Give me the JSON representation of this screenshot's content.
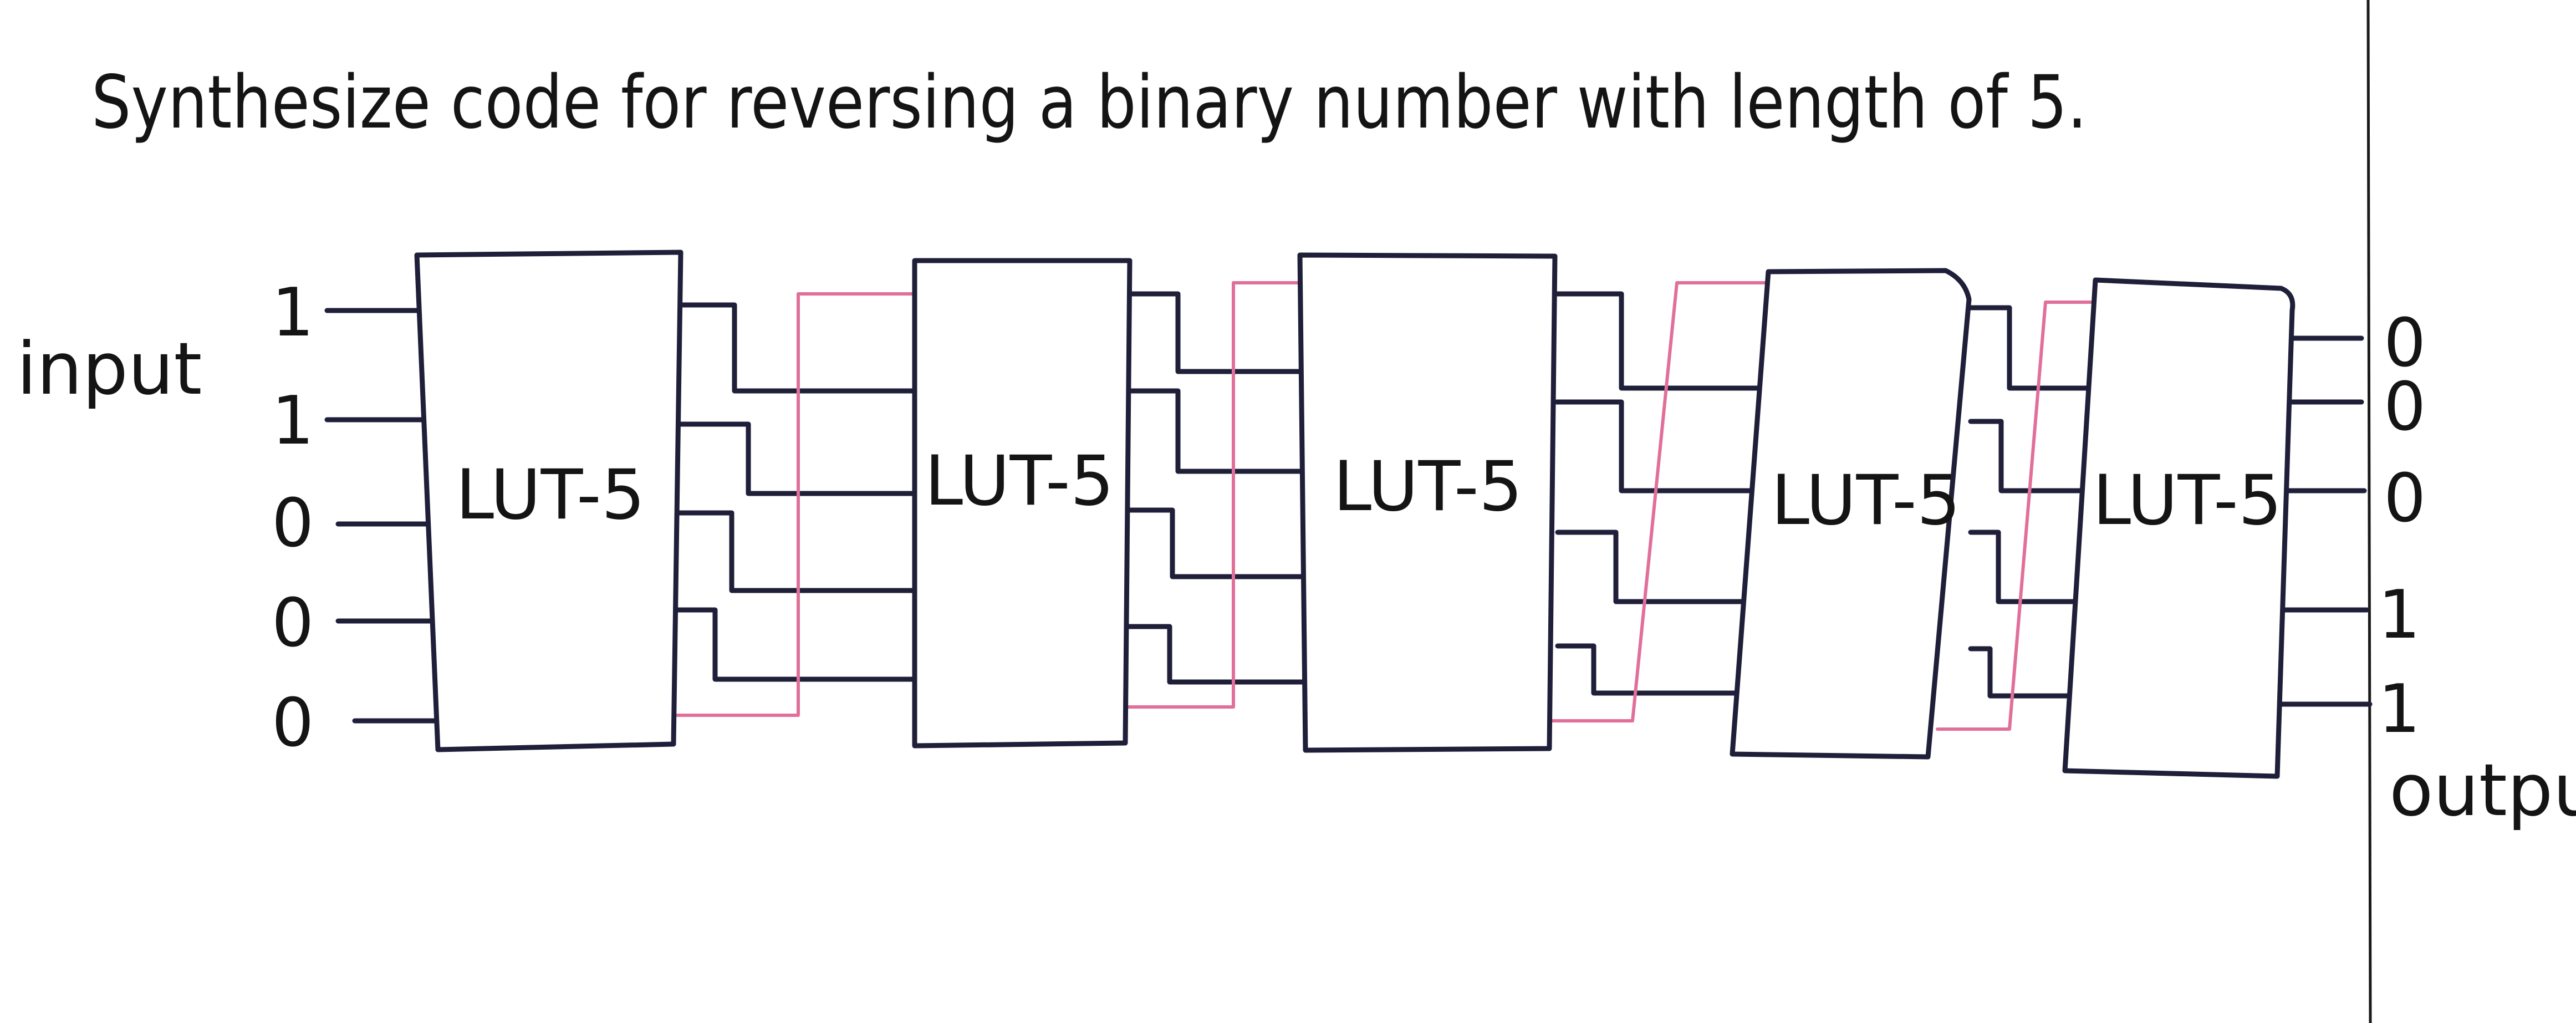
{
  "title": "Synthesize code for reversing a binary number with length of 5.",
  "input_label": "input",
  "output_label": "output",
  "input_bits": [
    "1",
    "1",
    "0",
    "0",
    "0"
  ],
  "output_bits": [
    "0",
    "0",
    "0",
    "1",
    "1"
  ],
  "lut_label": "LUT-5",
  "luts": [
    {
      "label": "LUT-5"
    },
    {
      "label": "LUT-5"
    },
    {
      "label": "LUT-5"
    },
    {
      "label": "LUT-5"
    },
    {
      "label": "LUT-5"
    }
  ],
  "colors": {
    "ink": "#1f1f3a",
    "feedback_wire": "#e0709a",
    "paper": "#ffffff"
  }
}
